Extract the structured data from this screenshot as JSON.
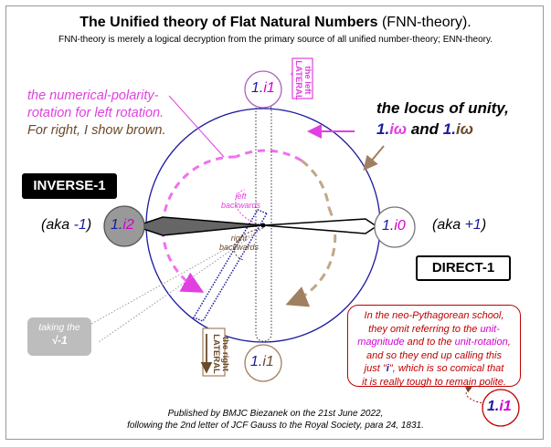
{
  "title": {
    "bold": "The Unified theory of Flat Natural Numbers",
    "thin": "(FNN-theory)."
  },
  "subtitle": "FNN-theory is merely a logical decryption from the primary source of all unified number-theory; ENN-theory.",
  "polarity_note": {
    "line1": "the numerical-polarity-",
    "line2": "rotation for left rotation.",
    "line3": "For right, I show brown."
  },
  "locus": {
    "line1": "the locus of unity,",
    "u1_a": "1.",
    "u1_b": "iω",
    "and": " and ",
    "u2_a": "1.",
    "u2_b": "iω"
  },
  "left_lateral": {
    "line1": "the left",
    "line2": "LATERAL"
  },
  "right_lateral": {
    "line1": "the right",
    "line2": "LATERAL"
  },
  "units": {
    "top": {
      "a": "1.",
      "b": "i1"
    },
    "right": {
      "a": "1.",
      "b": "i0"
    },
    "left": {
      "a": "1.",
      "b": "i2"
    },
    "bottom": {
      "a": "1.",
      "b": "i1"
    },
    "corner": {
      "a": "1.",
      "b": "i1"
    }
  },
  "inverse_label": "INVERSE-1",
  "direct_label": "DIRECT-1",
  "aka_left": {
    "pre": "(aka ",
    "val": "-1",
    "post": ")"
  },
  "aka_right": {
    "pre": "(aka ",
    "val": "+1",
    "post": ")"
  },
  "left_backwards": {
    "line1": "left",
    "line2": "backwards"
  },
  "right_backwards": {
    "line1": "right",
    "line2": "backwards"
  },
  "taking": {
    "line1": "taking the",
    "line2": "√-1"
  },
  "redbox": {
    "l1": "In the neo-Pythagorean school,",
    "l2a": "they omit referring to the ",
    "l2b": "unit-",
    "l3a": "magnitude",
    "l3b": " and to the ",
    "l3c": "unit-rotation",
    "l3d": ",",
    "l4": "and so they end up calling this",
    "l5a": "just \"",
    "l5b": "i",
    "l5c": "\", which is so comical that",
    "l6": "it is really tough to remain polite."
  },
  "published": {
    "line1": "Published by BMJC Biezanek on the 21st June 2022,",
    "line2": "following the 2nd letter of JCF Gauss to the Royal Society, para 24, 1831."
  },
  "colors": {
    "pink": "#e040e0",
    "brown": "#a08060",
    "navy": "#1a1aa0",
    "red": "#c00000"
  }
}
